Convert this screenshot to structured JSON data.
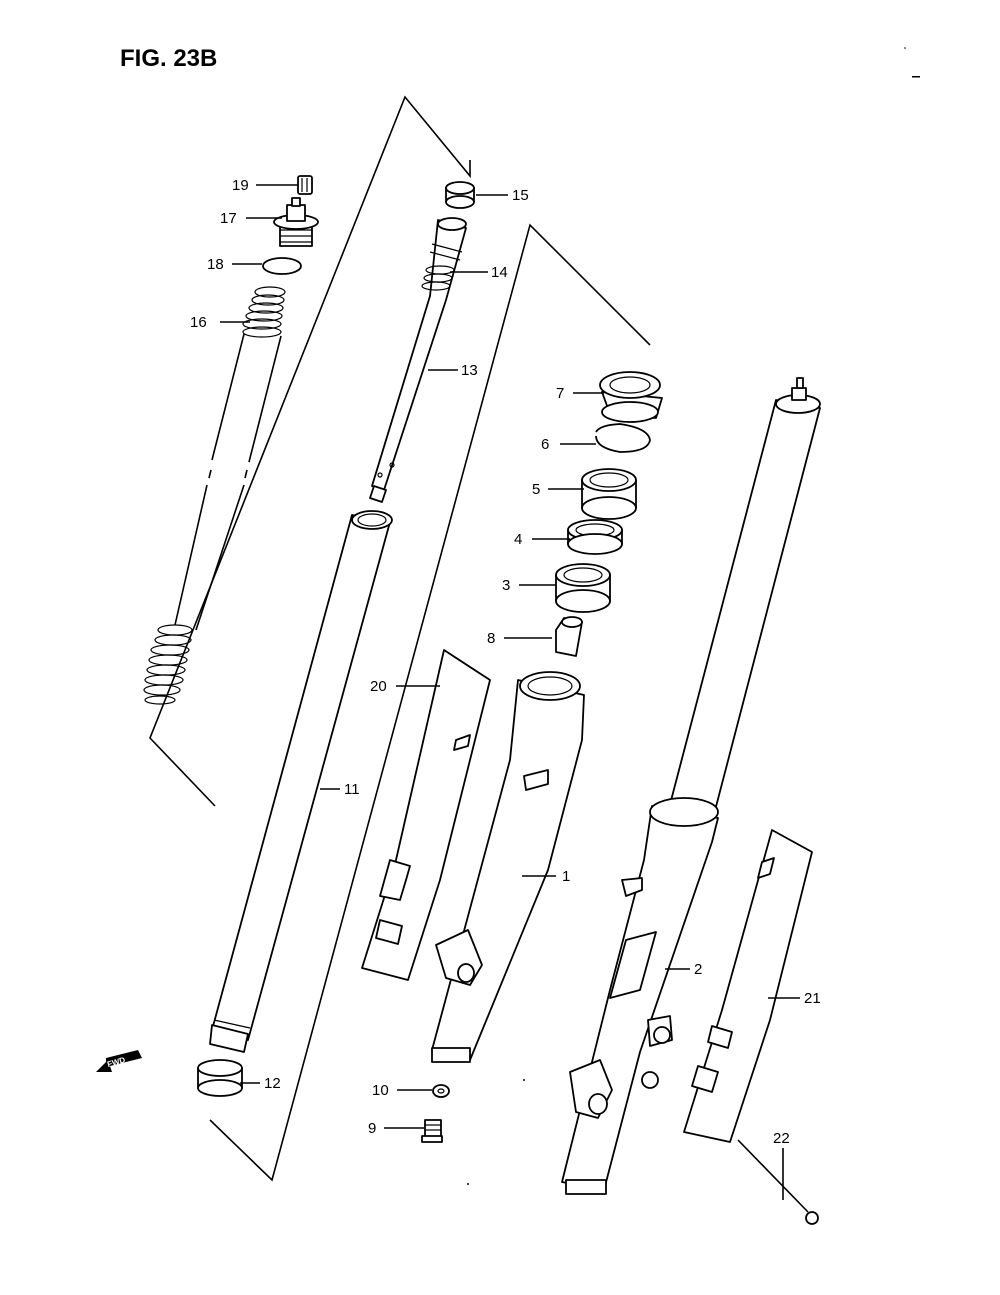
{
  "figure": {
    "title": "FIG. 23B"
  },
  "fwd_label": "FWD",
  "callouts": [
    {
      "id": "1",
      "label": "1"
    },
    {
      "id": "2",
      "label": "2"
    },
    {
      "id": "3",
      "label": "3"
    },
    {
      "id": "4",
      "label": "4"
    },
    {
      "id": "5",
      "label": "5"
    },
    {
      "id": "6",
      "label": "6"
    },
    {
      "id": "7",
      "label": "7"
    },
    {
      "id": "8",
      "label": "8"
    },
    {
      "id": "9",
      "label": "9"
    },
    {
      "id": "10",
      "label": "10"
    },
    {
      "id": "11",
      "label": "11"
    },
    {
      "id": "12",
      "label": "12"
    },
    {
      "id": "13",
      "label": "13"
    },
    {
      "id": "14",
      "label": "14"
    },
    {
      "id": "15",
      "label": "15"
    },
    {
      "id": "16",
      "label": "16"
    },
    {
      "id": "17",
      "label": "17"
    },
    {
      "id": "18",
      "label": "18"
    },
    {
      "id": "19",
      "label": "19"
    },
    {
      "id": "20",
      "label": "20"
    },
    {
      "id": "21",
      "label": "21"
    },
    {
      "id": "22",
      "label": "22"
    }
  ]
}
